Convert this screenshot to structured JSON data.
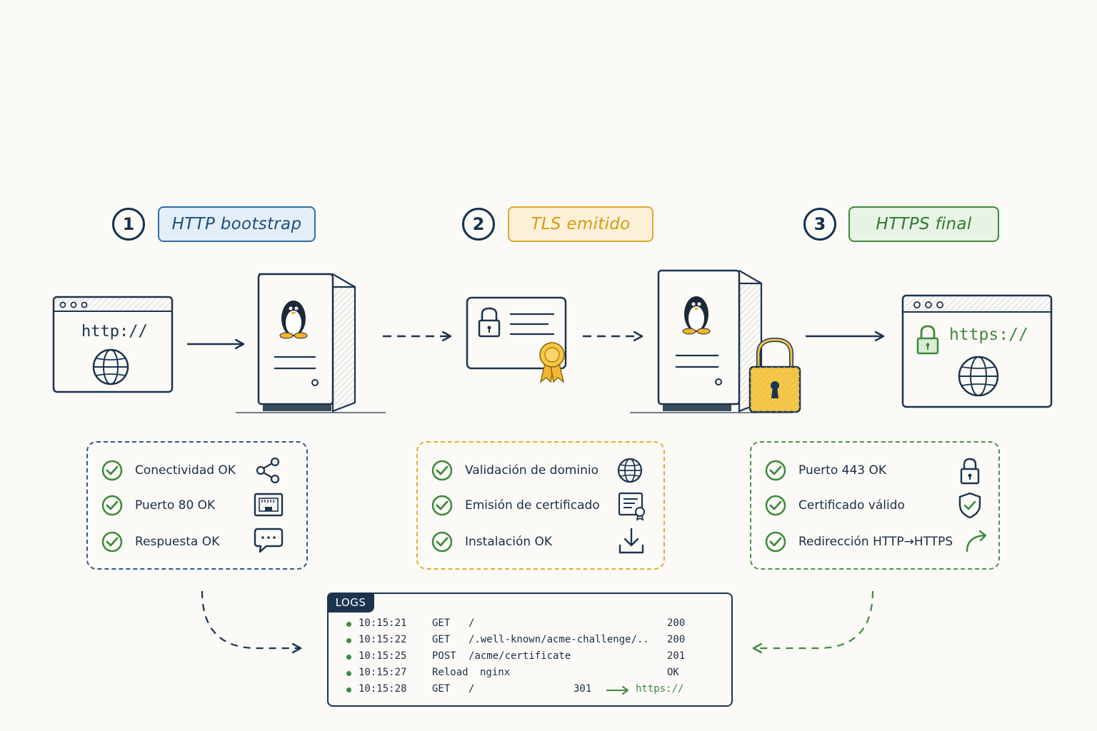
{
  "steps": [
    {
      "number": "1",
      "label": "HTTP bootstrap"
    },
    {
      "number": "2",
      "label": "TLS emitido"
    },
    {
      "number": "3",
      "label": "HTTPS final"
    }
  ],
  "browser_left": {
    "url": "http://"
  },
  "browser_right": {
    "url": "https://"
  },
  "panels": {
    "http": {
      "items": [
        {
          "text": "Conectividad OK",
          "icon": "share-icon"
        },
        {
          "text": "Puerto 80 OK",
          "icon": "ethernet-port-icon"
        },
        {
          "text": "Respuesta OK",
          "icon": "chat-bubble-icon"
        }
      ]
    },
    "tls": {
      "items": [
        {
          "text": "Validación de dominio",
          "icon": "globe-icon"
        },
        {
          "text": "Emisión de certificado",
          "icon": "certificate-icon"
        },
        {
          "text": "Instalación OK",
          "icon": "download-icon"
        }
      ]
    },
    "https": {
      "items": [
        {
          "text": "Puerto 443 OK",
          "icon": "lock-icon"
        },
        {
          "text": "Certificado válido",
          "icon": "shield-check-icon"
        },
        {
          "text": "Redirección HTTP→HTTPS",
          "icon": "redirect-arrow-icon"
        }
      ]
    }
  },
  "logs": {
    "title": "LOGS",
    "rows": [
      {
        "time": "10:15:21",
        "method": "GET",
        "path": "/",
        "status": "200",
        "extra": ""
      },
      {
        "time": "10:15:22",
        "method": "GET",
        "path": "/.well-known/acme-challenge/..",
        "status": "200",
        "extra": ""
      },
      {
        "time": "10:15:25",
        "method": "POST",
        "path": "/acme/certificate",
        "status": "201",
        "extra": ""
      },
      {
        "time": "10:15:27",
        "method": "Reload",
        "path": "nginx",
        "status": "OK",
        "extra": ""
      },
      {
        "time": "10:15:28",
        "method": "GET",
        "path": "/",
        "status": "301",
        "extra": "https://"
      }
    ]
  },
  "colors": {
    "navy": "#13324f",
    "blue": "#2f6fa3",
    "yellow": "#e0a82a",
    "green": "#3d8b3d"
  }
}
